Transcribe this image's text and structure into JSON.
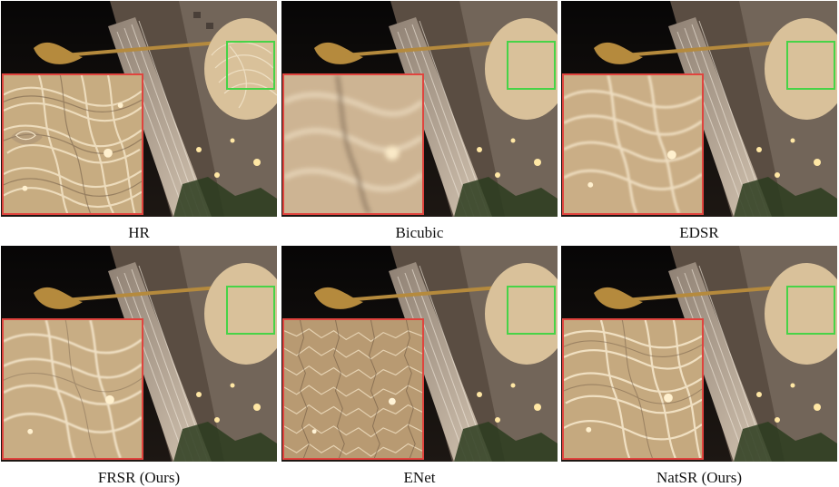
{
  "figure": {
    "panels": [
      {
        "id": "hr",
        "label": "HR",
        "texture": "sharp"
      },
      {
        "id": "bicubic",
        "label": "Bicubic",
        "texture": "blurry"
      },
      {
        "id": "edsr",
        "label": "EDSR",
        "texture": "smooth"
      },
      {
        "id": "frsr",
        "label": "FRSR (Ours)",
        "texture": "smooth"
      },
      {
        "id": "enet",
        "label": "ENet",
        "texture": "noisy"
      },
      {
        "id": "natsr",
        "label": "NatSR (Ours)",
        "texture": "natural"
      }
    ],
    "colors": {
      "inset_border": "#e0443e",
      "roi_border": "#47d347",
      "sky": "#140f0c",
      "building": "#6f6254",
      "tower": "#b9aa97",
      "ornament": "#d9c19a",
      "horn": "#b58a3d"
    }
  }
}
